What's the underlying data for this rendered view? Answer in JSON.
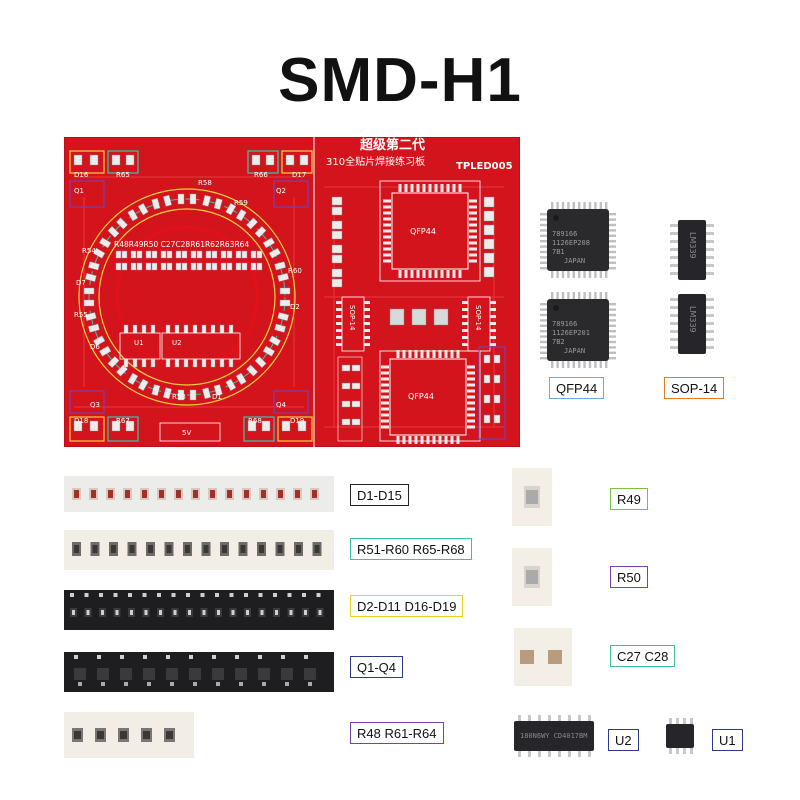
{
  "title": "SMD-H1",
  "board": {
    "title_cn": "超级第二代",
    "subtitle_cn": "310全贴片焊接练习板",
    "model": "TPLED005",
    "qfp_top": "QFP44",
    "qfp_bottom": "QFP44",
    "sop_left": "SOP-14",
    "sop_right": "SOP-14",
    "resistor_row": "R48R49R50 C27C28R61R62R63R64",
    "silk": {
      "d16": "D16",
      "r65": "R65",
      "r66": "R66",
      "d17": "D17",
      "q1": "Q1",
      "q2": "Q2",
      "q3": "Q3",
      "q4": "Q4",
      "d18": "D18",
      "r67": "R67",
      "r68": "R68",
      "d19": "D19",
      "d7": "D7",
      "r55": "R55",
      "d6": "D6",
      "r54": "R54",
      "r60": "R60",
      "d2": "D2",
      "r58": "R58",
      "d1": "D1",
      "u1": "U1",
      "u2": "U2",
      "v5": "5V",
      "r53": "R53",
      "r59": "R59"
    }
  },
  "chips": {
    "qfp_a_line1": "789166",
    "qfp_a_line2": "1126EP208",
    "qfp_a_line3": "7B1",
    "qfp_a_line4": "JAPAN",
    "qfp_b_line1": "789166",
    "qfp_b_line2": "1126EP201",
    "qfp_b_line3": "7B2",
    "qfp_b_line4": "JAPAN",
    "sop_a": "LM339",
    "sop_b": "LM339"
  },
  "labels": {
    "qfp44": "QFP44",
    "sop14": "SOP-14",
    "d1_d15": "D1-D15",
    "r51": "R51-R60 R65-R68",
    "d2_d11": "D2-D11 D16-D19",
    "q1_q4": "Q1-Q4",
    "r48": "R48 R61-R64",
    "r49": "R49",
    "r50": "R50",
    "c27": "C27 C28",
    "u2": "U2",
    "u1": "U1",
    "u2_chip": "180N6WY CD4017BM"
  },
  "colors": {
    "board_red": "#d3141c",
    "board_dark": "#b00d15",
    "pad": "#e8e8e8",
    "label_blue": "#6fa8dc",
    "label_orange": "#e07b20",
    "label_green": "#7ac143",
    "label_purple": "#7d3fb0",
    "label_teal": "#3cc0a0",
    "label_yellow": "#e8d020",
    "label_navy": "#2a3a8a"
  }
}
